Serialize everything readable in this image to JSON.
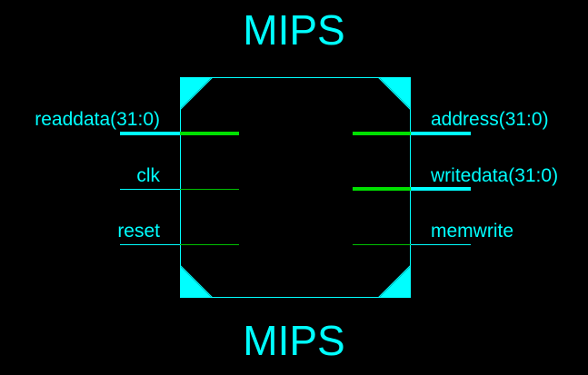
{
  "diagram": {
    "title_top": "MIPS",
    "title_bottom": "MIPS",
    "colors": {
      "background": "#000000",
      "outline": "#00ffff",
      "corner_fill": "#00ffff",
      "wire_external": "#00ffff",
      "wire_internal": "#00e000",
      "label": "#00ffff"
    },
    "ports": {
      "left": [
        {
          "label": "readdata(31:0)",
          "width": "bus",
          "bits": "31:0"
        },
        {
          "label": "clk",
          "width": "scalar",
          "bits": ""
        },
        {
          "label": "reset",
          "width": "scalar",
          "bits": ""
        }
      ],
      "right": [
        {
          "label": "address(31:0)",
          "width": "bus",
          "bits": "31:0"
        },
        {
          "label": "writedata(31:0)",
          "width": "bus",
          "bits": "31:0"
        },
        {
          "label": "memwrite",
          "width": "scalar",
          "bits": ""
        }
      ]
    }
  }
}
